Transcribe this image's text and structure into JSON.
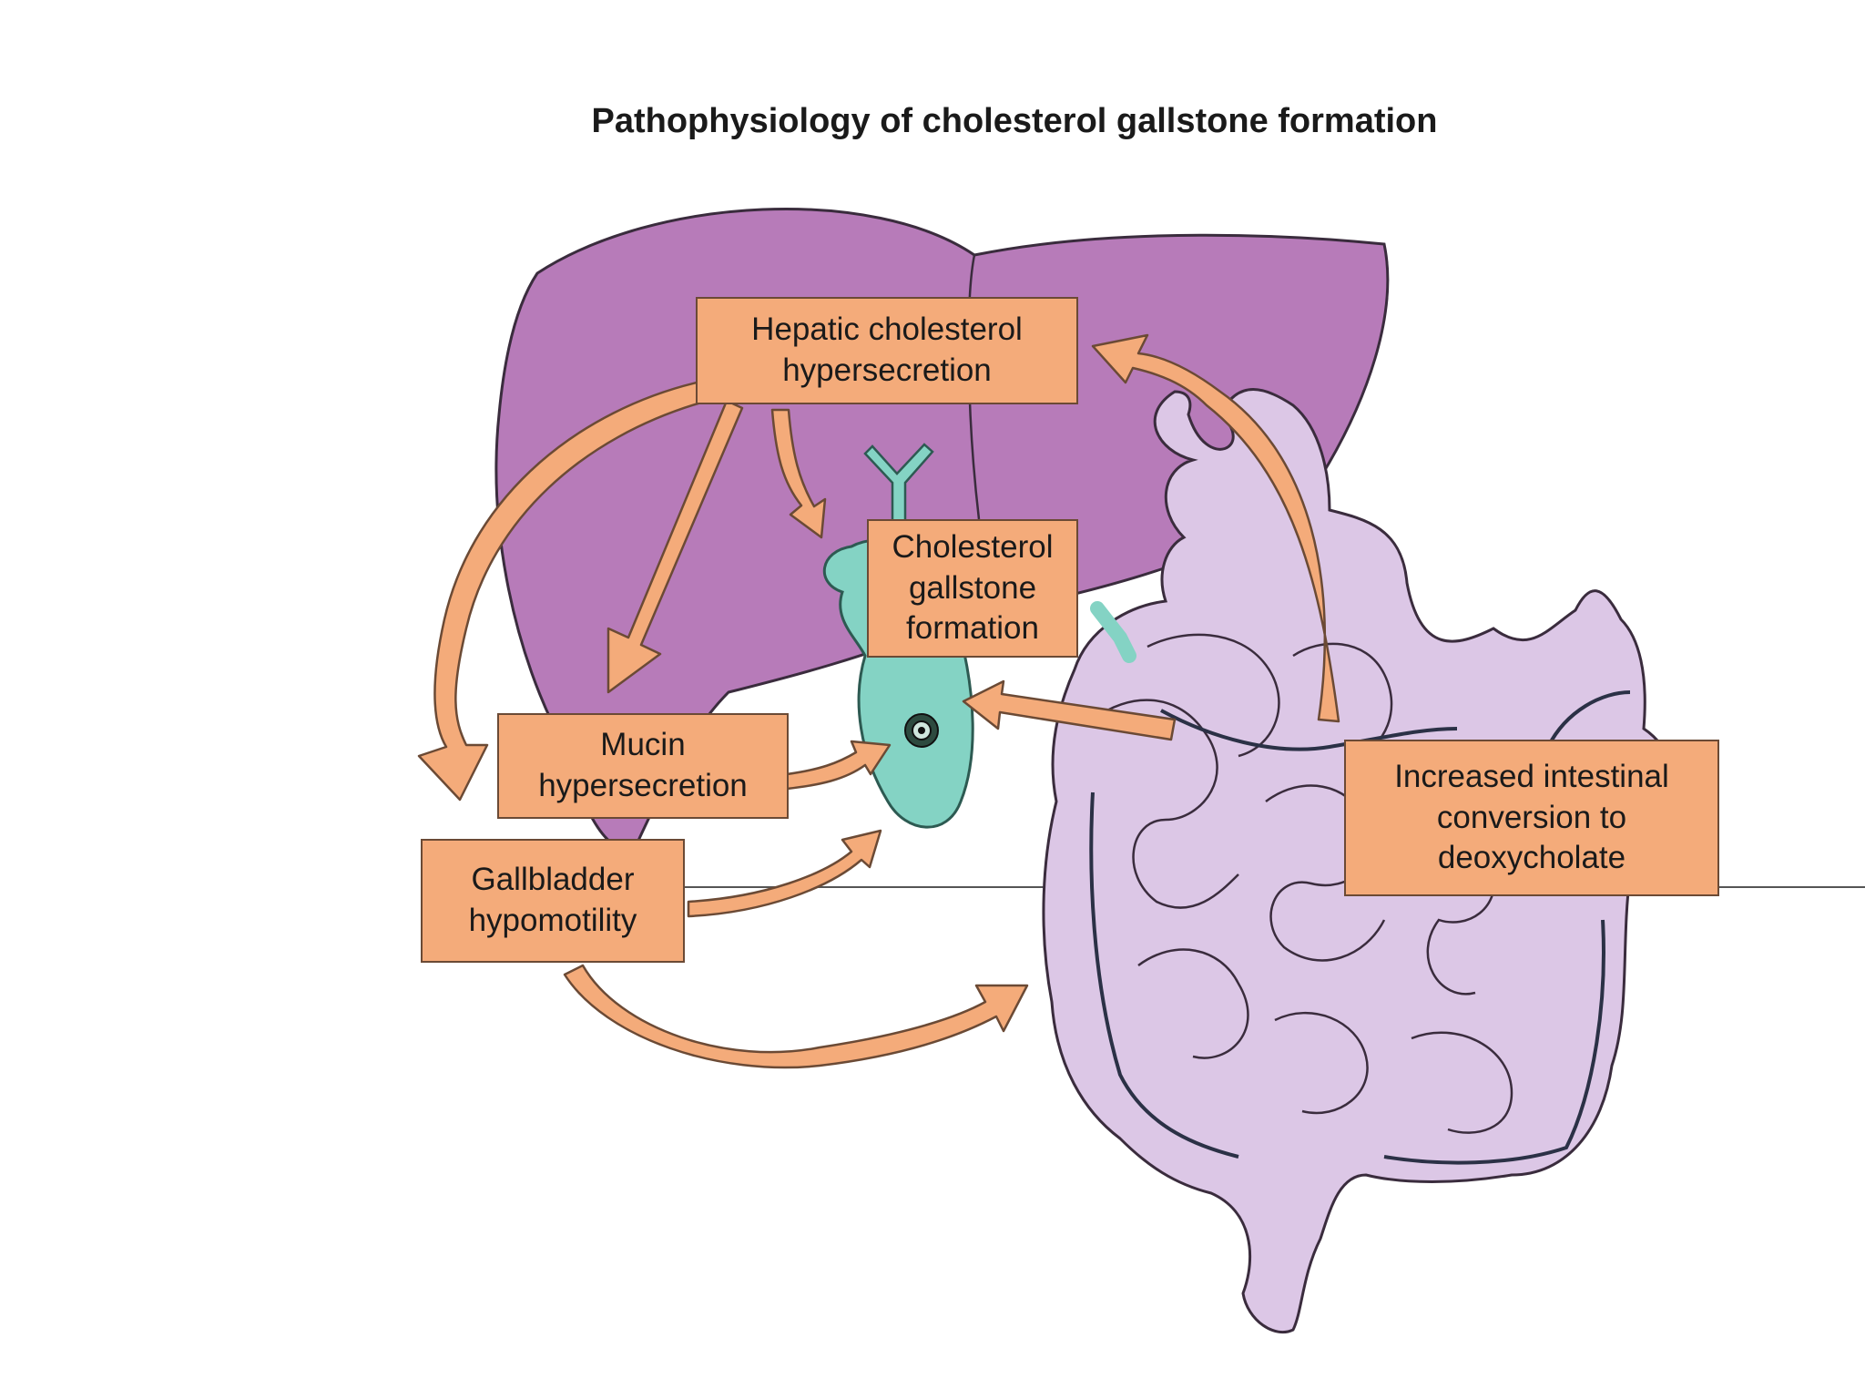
{
  "title": "Pathophysiology of cholesterol gallstone formation",
  "boxes": {
    "hepatic": [
      "Hepatic cholesterol",
      "hypersecretion"
    ],
    "gallstone": [
      "Cholesterol",
      "gallstone",
      "formation"
    ],
    "mucin": [
      "Mucin",
      "hypersecretion"
    ],
    "gallbladder": [
      "Gallbladder",
      "hypomotility"
    ],
    "intestinal": [
      "Increased intestinal",
      "conversion to",
      "deoxycholate"
    ]
  },
  "colors": {
    "liver": "#b77bb9",
    "gallbladder": "#84d3c4",
    "intestine": "#dcc7e6",
    "box": "#f4ab7a",
    "arrow": "#f4ab7a",
    "outline": "#3a2c3d"
  }
}
